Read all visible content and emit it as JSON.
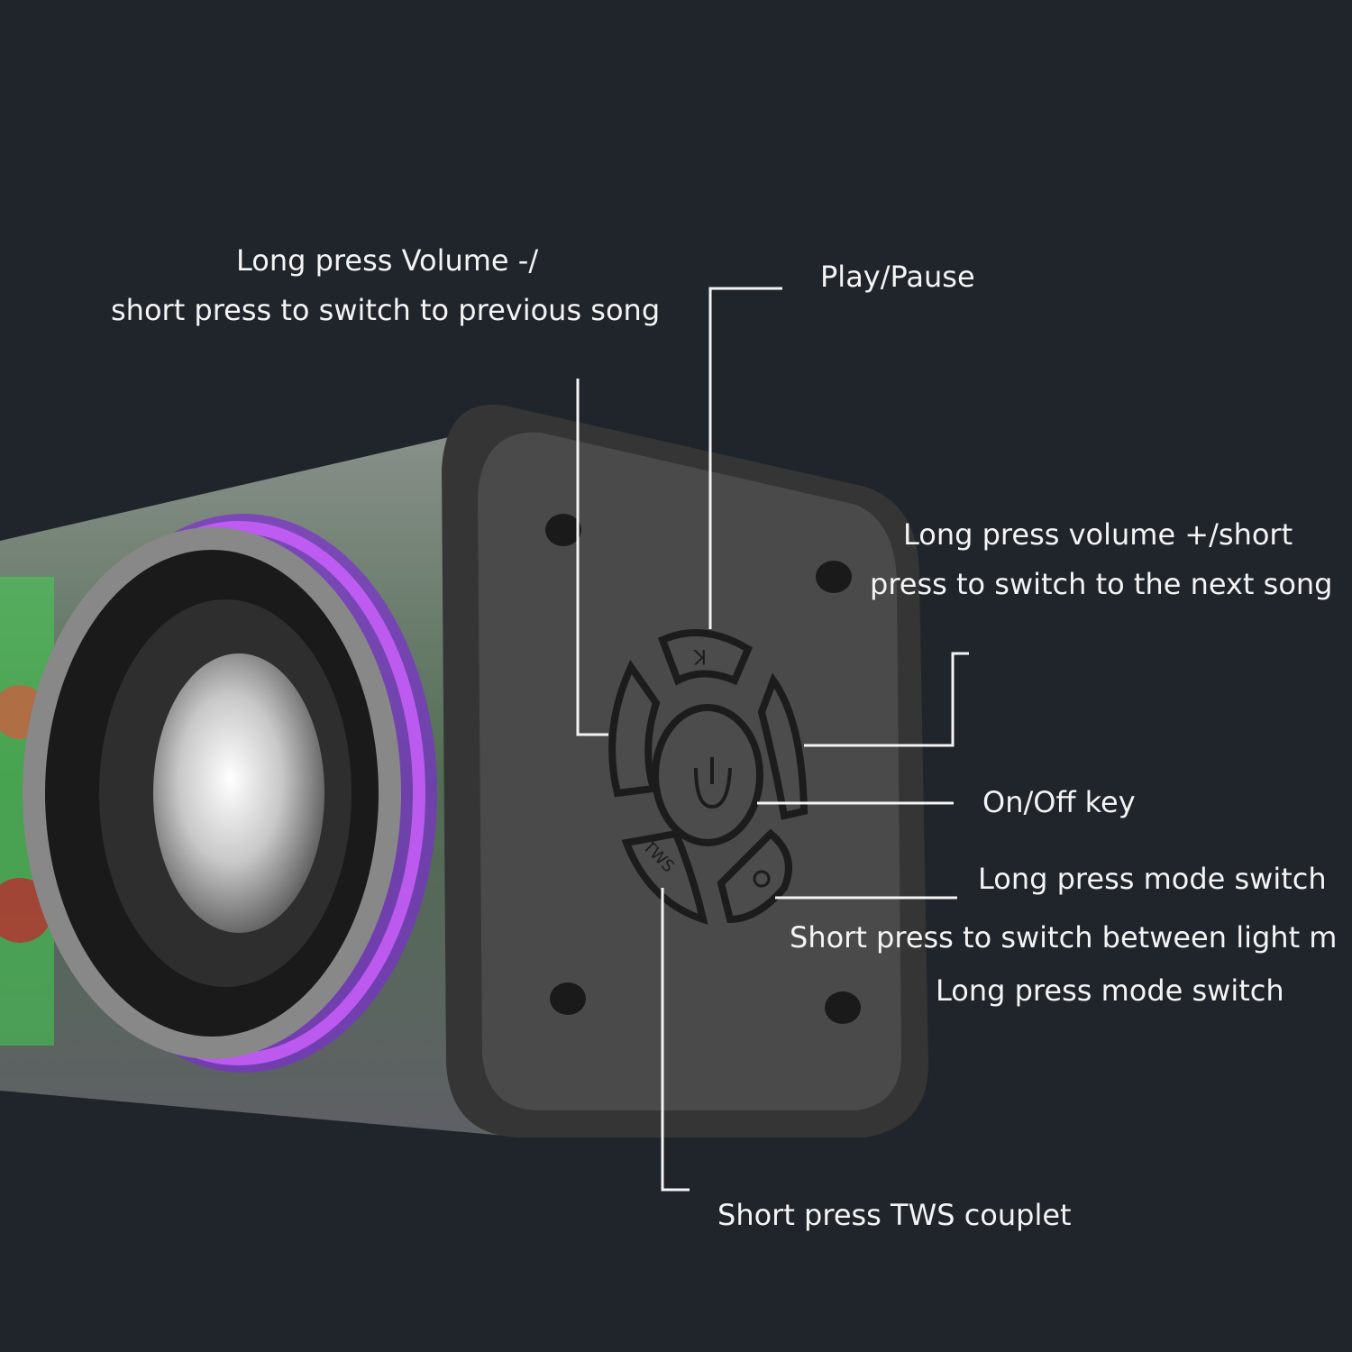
{
  "callouts": {
    "prev_song": {
      "line1": "Long press Volume -/",
      "line2": "short press to switch to previous song"
    },
    "play_pause": "Play/Pause",
    "next_song": {
      "line1": "Long press volume +/short",
      "line2": "press to switch to the next song"
    },
    "on_off": "On/Off key",
    "light_mode": {
      "line1": "Long press mode switch",
      "line2": "Short press to switch between light m",
      "line3": "Long press mode switch"
    },
    "tws": "Short press TWS couplet"
  },
  "buttons": {
    "tws_label": "TWS",
    "play_pause_icon": "skip-icon",
    "prev_icon": "previous-icon",
    "next_icon": "next-icon",
    "power_icon": "power-icon",
    "light_icon": "light-bulb-icon"
  },
  "colors": {
    "background": "#20252c",
    "panel": "#4a4a4a",
    "text": "#f4f4f4",
    "glow_purple": "#b040ff",
    "glow_green": "#40e060"
  }
}
